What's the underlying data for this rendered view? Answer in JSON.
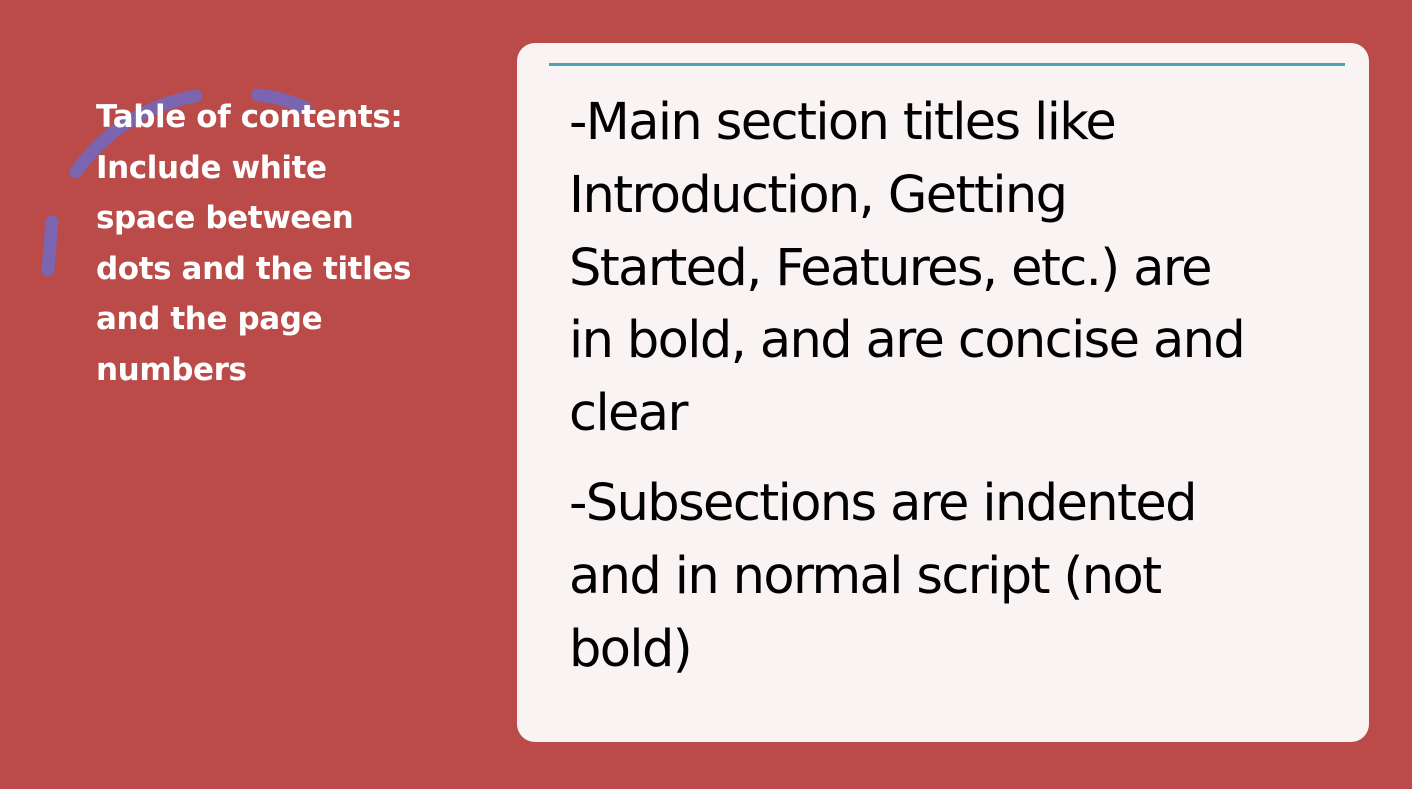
{
  "sidebar": {
    "lines": [
      "Table of contents:",
      "Include white",
      "space between",
      "dots and the titles",
      "and the page",
      "numbers"
    ]
  },
  "card": {
    "paragraph1": [
      "-Main section titles like",
      "Introduction, Getting",
      "Started, Features, etc.) are",
      "in bold, and are concise and",
      "clear"
    ],
    "paragraph2": [
      "-Subsections are indented",
      "and in normal script (not",
      "bold)"
    ]
  },
  "colors": {
    "background": "#bb4b48",
    "card": "#f9f4f3",
    "accent_rule": "#4aa3b5",
    "decoration": "#7b64b0"
  }
}
